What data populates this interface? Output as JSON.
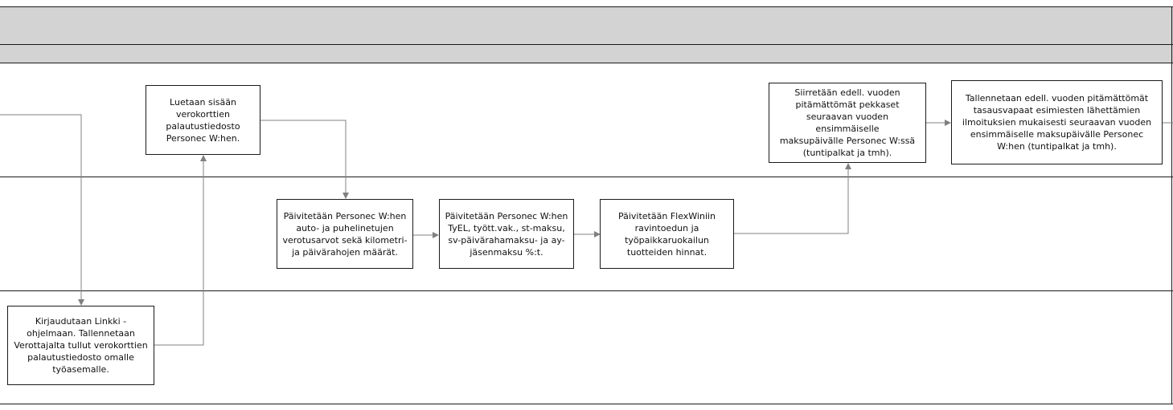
{
  "diagram": {
    "colors": {
      "header_band": "#d3d3d3",
      "line": "#1a1a1a",
      "connector": "#808080"
    },
    "boxes": {
      "b1": "Luetaan sisään\nverokorttien\npalautustiedosto\nPersonec W:hen.",
      "b2": "Siirretään edell. vuoden\npitämättömät pekkaset\nseuraavan vuoden ensimmäiselle\nmaksupäivälle Personec W:ssä\n(tuntipalkat ja tmh).",
      "b3": "Tallennetaan edell. vuoden pitämättömät\ntasausvapaat esimiesten lähettämien\nilmoituksien mukaisesti seuraavan vuoden\nensimmäiselle maksupäivälle Personec\nW:hen (tuntipalkat ja tmh).",
      "b4": "Päivitetään Personec W:hen\nauto- ja puhelinetujen\nverotusarvot sekä kilometri-\nja päivärahojen määrät.",
      "b5": "Päivitetään Personec W:hen\nTyEL, tyött.vak., st-maksu,\nsv-päivärahamaksu- ja ay-\njäsenmaksu %:t.",
      "b6": "Päivitetään FlexWiniin\nravintoedun ja\ntyöpaikkaruokailun\ntuotteiden hinnat.",
      "b7": "Kirjaudutaan Linkki -\nohjelmaan. Tallennetaan\nVerottajalta tullut verokorttien\npalautustiedosto omalle\ntyöasemalle."
    }
  }
}
